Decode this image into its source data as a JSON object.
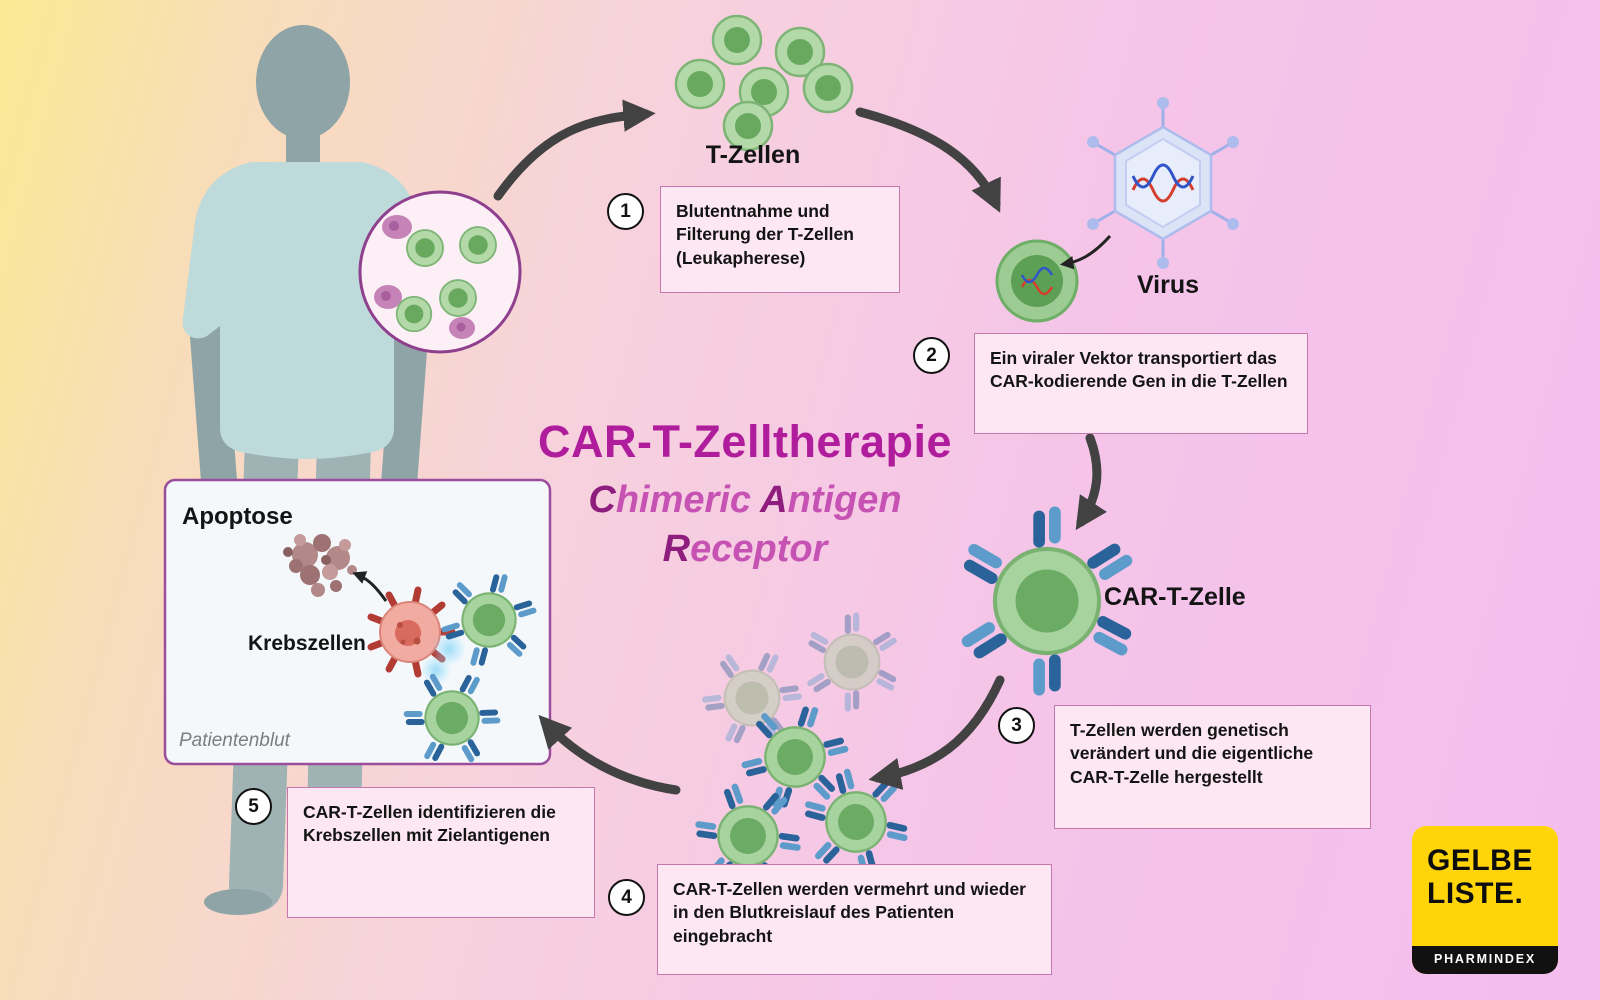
{
  "title": "CAR-T-Zelltherapie",
  "subtitle": {
    "w1i": "C",
    "w1r": "himeric",
    "w2i": "A",
    "w2r": "ntigen",
    "w3i": "R",
    "w3r": "eceptor"
  },
  "labels": {
    "t_cells": "T-Zellen",
    "virus": "Virus",
    "car_t_cell": "CAR-T-Zelle",
    "apoptosis": "Apoptose",
    "cancer_cells": "Krebszellen",
    "patient_blood": "Patientenblut"
  },
  "steps": [
    {
      "number": "1",
      "text": "Blutentnahme und Filterung der T-Zellen (Leukapherese)"
    },
    {
      "number": "2",
      "text": "Ein viraler Vektor transportiert das CAR-kodierende Gen in die T-Zellen"
    },
    {
      "number": "3",
      "text": "T-Zellen werden genetisch verändert und die eigentliche CAR-T-Zelle hergestellt"
    },
    {
      "number": "4",
      "text": "CAR-T-Zellen werden vermehrt und wieder in den Blutkreislauf des Patienten eingebracht"
    },
    {
      "number": "5",
      "text": "CAR-T-Zellen identifizieren die Krebszellen mit Zielantigenen"
    }
  ],
  "logo": {
    "line1": "GELBE",
    "line2": "LISTE.",
    "tagline": "PHARMINDEX"
  },
  "icons": {
    "t_cell": "green-cell",
    "virus": "hexagon-virus-with-dna",
    "viral_vector_cell": "green-cell-receiving-gene",
    "car_t_cell": "green-cell-with-blue-receptors",
    "cancer_cell": "spiky-red-cell",
    "apoptotic_cell": "fragmented-cell-cluster",
    "patient": "person-silhouette",
    "magnifier": "blood-sample-zoom-circle",
    "cycle_arrow": "curved-dark-arrow"
  },
  "colors": {
    "accent_magenta": "#b01d9c",
    "subtitle_initial": "#8e1d7d",
    "subtitle_rest": "#c653b3",
    "step_box_bg": "#fce7f2",
    "step_box_border": "#c678ae",
    "logo_yellow": "#ffd50a",
    "muted_label": "#7d7d7d"
  }
}
